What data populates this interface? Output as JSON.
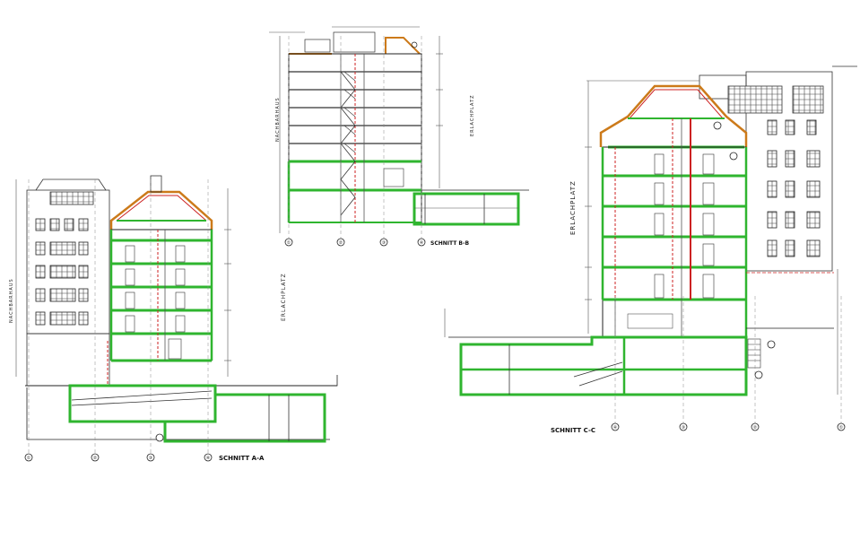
{
  "drawing": {
    "section_aa": {
      "title": "SCHNITT A-A",
      "label_left": "NACHBARHAUS",
      "label_right": "ERLACHPLATZ",
      "axes": [
        "①",
        "②",
        "③",
        "④"
      ]
    },
    "section_bb": {
      "title": "SCHNITT B-B",
      "label_left": "NACHBARHAUS",
      "label_right": "ERLACHPLATZ",
      "axes": [
        "①",
        "②",
        "③",
        "④"
      ]
    },
    "section_cc": {
      "title": "SCHNITT C-C",
      "label_left": "ERLACHPLATZ",
      "axes": [
        "④",
        "③",
        "②",
        "①"
      ]
    }
  },
  "colors": {
    "line": "#222222",
    "slab": "#2fb52f",
    "roof": "#cc7a1a",
    "cut": "#cc2222",
    "grid": "#888888"
  }
}
